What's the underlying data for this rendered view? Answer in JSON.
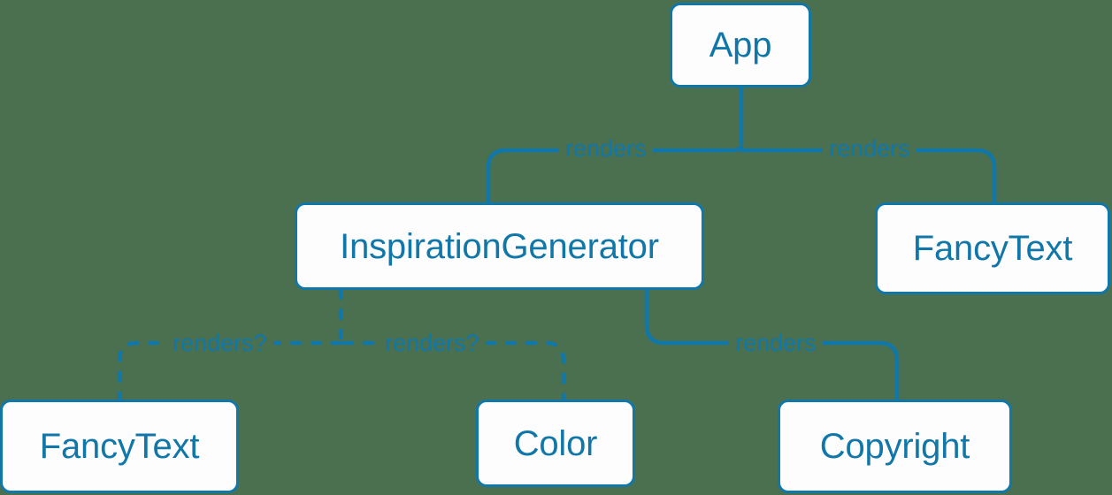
{
  "diagram": {
    "type": "component-tree",
    "background_color": "#4a7050",
    "accent_color": "#1177a8",
    "node_fill_color": "#fdfdfd",
    "nodes": [
      {
        "id": "app",
        "label": "App"
      },
      {
        "id": "inspgen",
        "label": "InspirationGenerator"
      },
      {
        "id": "fancytext-right",
        "label": "FancyText"
      },
      {
        "id": "fancytext-left",
        "label": "FancyText"
      },
      {
        "id": "color",
        "label": "Color"
      },
      {
        "id": "copyright",
        "label": "Copyright"
      }
    ],
    "edges": [
      {
        "id": "app-inspgen",
        "from": "app",
        "to": "inspgen",
        "label": "renders",
        "style": "solid"
      },
      {
        "id": "app-fancy",
        "from": "app",
        "to": "fancytext-right",
        "label": "renders",
        "style": "solid"
      },
      {
        "id": "insp-fancy",
        "from": "inspgen",
        "to": "fancytext-left",
        "label": "renders?",
        "style": "dashed"
      },
      {
        "id": "insp-color",
        "from": "inspgen",
        "to": "color",
        "label": "renders?",
        "style": "dashed"
      },
      {
        "id": "insp-copy",
        "from": "inspgen",
        "to": "copyright",
        "label": "renders",
        "style": "solid"
      }
    ]
  }
}
